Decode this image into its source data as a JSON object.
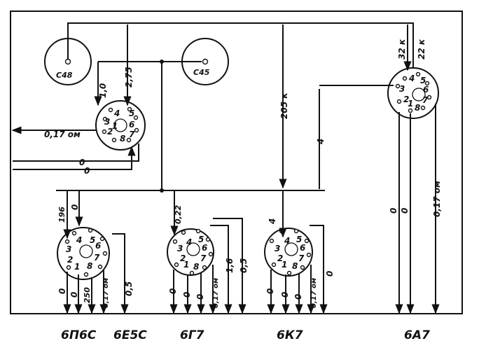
{
  "capacitors": [
    "C48",
    "C45"
  ],
  "tubes": [
    {
      "id": "6n6c",
      "name": "6П6С",
      "pins": [
        "1",
        "2",
        "3",
        "4",
        "5",
        "6",
        "7",
        "8"
      ]
    },
    {
      "id": "6e5c",
      "name": "6Е5С",
      "pins": [
        "1",
        "2",
        "3",
        "4",
        "5",
        "6",
        "7",
        "8"
      ]
    },
    {
      "id": "6g7",
      "name": "6Г7",
      "pins": [
        "1",
        "2",
        "3",
        "4",
        "5",
        "6",
        "7",
        "8"
      ]
    },
    {
      "id": "6k7",
      "name": "6К7",
      "pins": [
        "1",
        "2",
        "3",
        "4",
        "5",
        "6",
        "7",
        "8"
      ]
    },
    {
      "id": "6a7",
      "name": "6А7",
      "pins": [
        "1",
        "2",
        "3",
        "4",
        "5",
        "6",
        "7",
        "8"
      ]
    }
  ],
  "labels": {
    "e5c_anode": "1,0",
    "e5c_top": "2,75",
    "e5c_side": "0,17 ом",
    "e5c_zero_a": "0",
    "e5c_zero_b": "0",
    "mid_205k": "205 к",
    "mid_4": "4",
    "a7_32k": "32 к",
    "a7_22k": "22 к",
    "a7_zero_a": "0",
    "a7_zero_b": "0",
    "a7_017": "0,17 ом",
    "p6_196": "196",
    "p6_0": "0",
    "p6_b0a": "0",
    "p6_b0b": "0",
    "p6_250": "250",
    "p6_017": "0,17 ом",
    "p6_05": "0,5",
    "g7_022": "0,22",
    "g7_b0a": "0",
    "g7_b0b": "0",
    "g7_b0c": "0",
    "g7_017": "0,17 ом",
    "g7_16": "1,6",
    "g7_05": "0,5",
    "k7_4": "4",
    "k7_b0a": "0",
    "k7_b0b": "0",
    "k7_b0c": "0",
    "k7_017": "0,17 ом",
    "k7_0": "0"
  }
}
